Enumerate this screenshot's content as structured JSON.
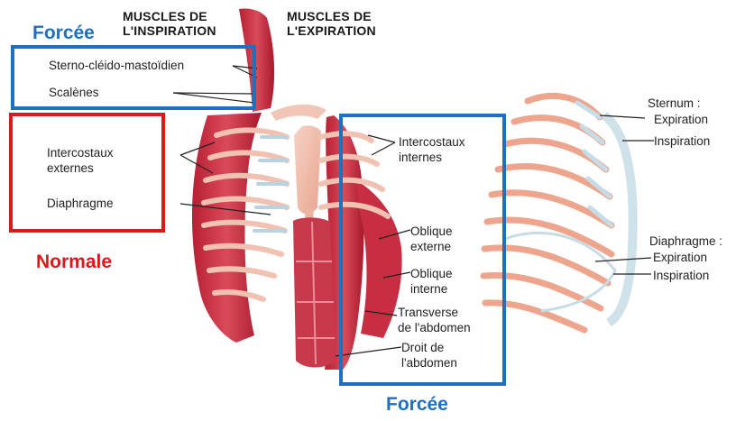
{
  "headers": {
    "inspiration": [
      "MUSCLES DE",
      "L'INSPIRATION"
    ],
    "expiration": [
      "MUSCLES DE",
      "L'EXPIRATION"
    ]
  },
  "tags": {
    "forcee_top": "Forcée",
    "normale": "Normale",
    "forcee_bottom": "Forcée"
  },
  "tag_colors": {
    "forcee": "#1f6fc2",
    "normale": "#e0171a"
  },
  "labels_inspiration": {
    "sterno": "Sterno-cléido-mastoïdien",
    "scalenes": "Scalènes",
    "intercostaux_ext_1": "Intercostaux",
    "intercostaux_ext_2": "externes",
    "diaphragme": "Diaphragme"
  },
  "labels_expiration": {
    "intercostaux_int_1": "Intercostaux",
    "intercostaux_int_2": "internes",
    "oblique_ext_1": "Oblique",
    "oblique_ext_2": "externe",
    "oblique_int_1": "Oblique",
    "oblique_int_2": "interne",
    "transverse_1": "Transverse",
    "transverse_2": "de l'abdomen",
    "droit_1": "Droit de",
    "droit_2": "l'abdomen"
  },
  "labels_side": {
    "sternum": "Sternum :",
    "sternum_exp": "Expiration",
    "sternum_insp": "Inspiration",
    "diaphragme": "Diaphragme :",
    "diaphragme_exp": "Expiration",
    "diaphragme_insp": "Inspiration"
  }
}
